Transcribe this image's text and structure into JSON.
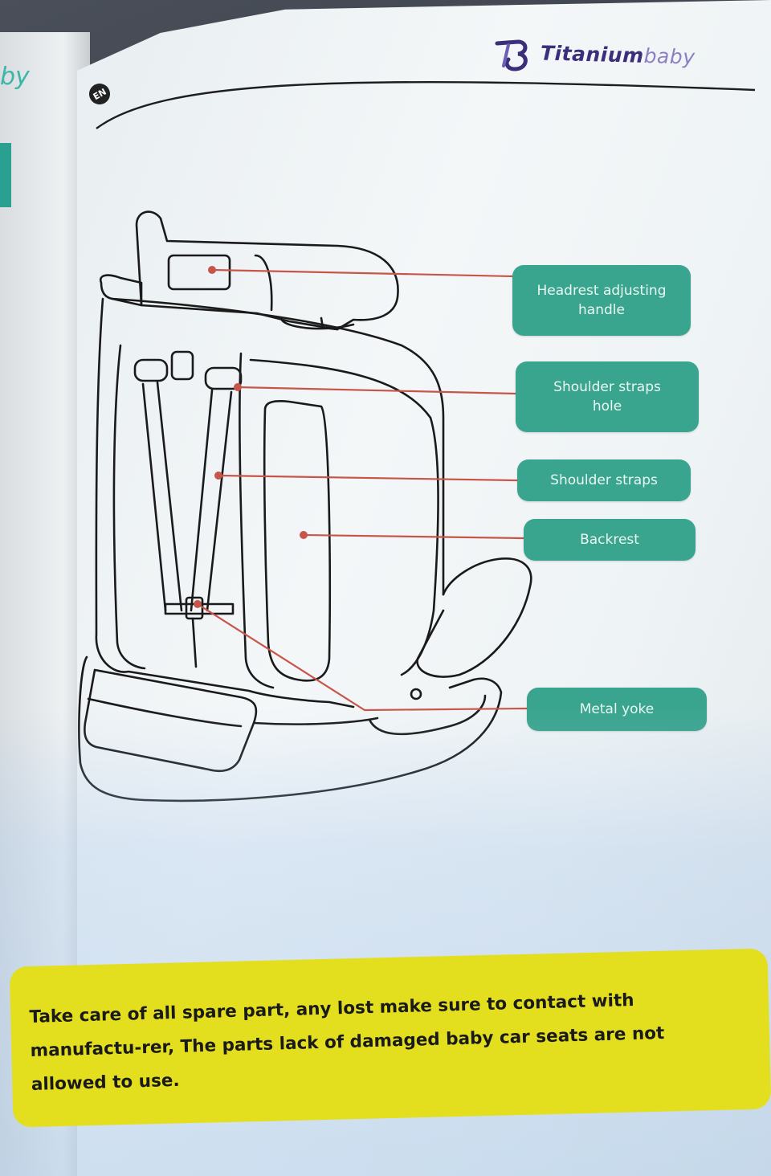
{
  "left_page": {
    "logo_fragment": "by"
  },
  "header": {
    "brand_bold": "Titanium",
    "brand_light": "baby",
    "language_badge": "EN"
  },
  "labels": {
    "headrest_handle": "Headrest adjusting handle",
    "shoulder_straps_hole": "Shoulder straps hole",
    "shoulder_straps": "Shoulder straps",
    "backrest": "Backrest",
    "metal_yoke": "Metal yoke"
  },
  "colors": {
    "label_fill": "#3aa58f",
    "callout_line": "#c8554a",
    "note_fill": "#e3df1e",
    "brand": "#3b2e7a"
  },
  "note": {
    "text": "Take care of all spare part, any lost make sure to contact with manufactu-rer, The parts lack of damaged baby car seats are not allowed to use."
  }
}
